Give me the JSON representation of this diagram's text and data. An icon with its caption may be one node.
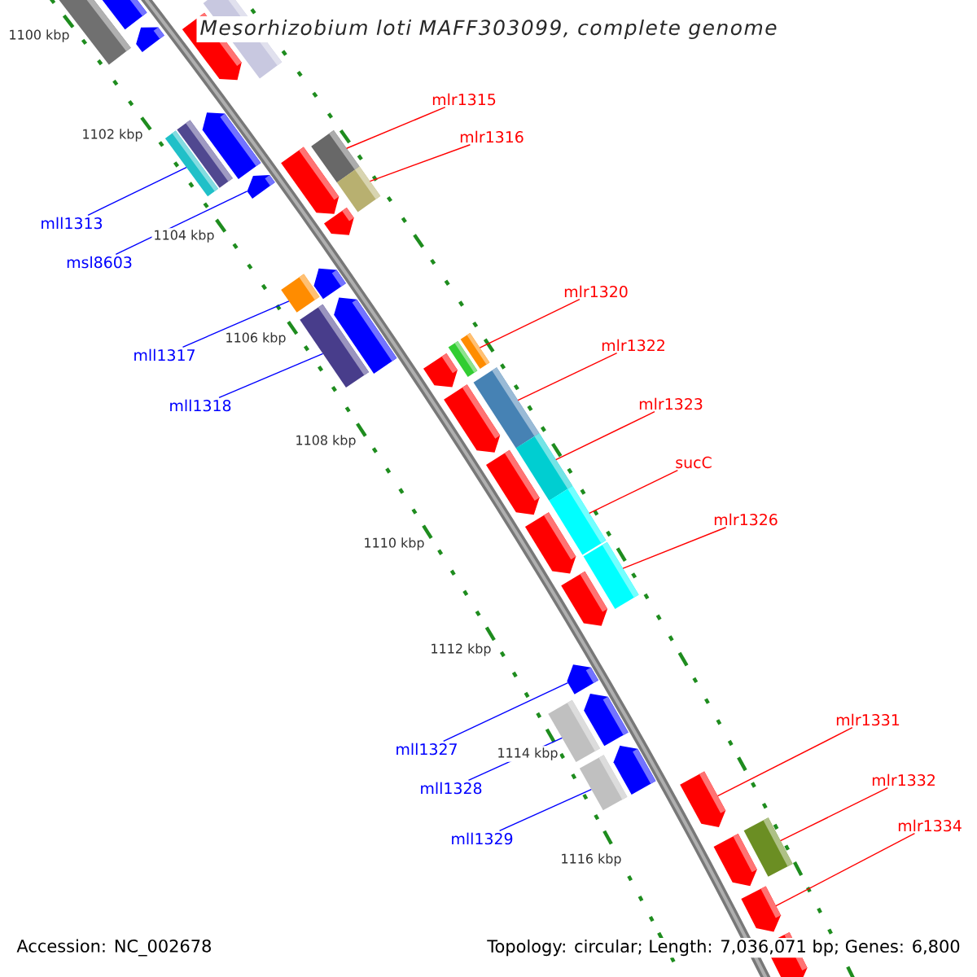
{
  "diagram": {
    "title": "Mesorhizobium loti MAFF303099, complete genome",
    "nodes": [
      {
        "text": [
          "mlr1315"
        ]
      },
      {
        "text": [
          "mlr1316"
        ]
      },
      {
        "text": [
          "mll1313"
        ]
      },
      {
        "text": [
          "msl8603"
        ]
      },
      {
        "text": [
          "mlr1320"
        ]
      },
      {
        "text": [
          "mlr1322"
        ]
      },
      {
        "text": [
          "mll1317"
        ]
      },
      {
        "text": [
          "mlr1323"
        ]
      },
      {
        "text": [
          "mll1318"
        ]
      },
      {
        "text": [
          "sucC"
        ]
      },
      {
        "text": [
          "mlr1326"
        ]
      },
      {
        "text": [
          "mlr1331"
        ]
      },
      {
        "text": [
          "mll1327"
        ]
      },
      {
        "text": [
          "mlr1332"
        ]
      },
      {
        "text": [
          "mll1328"
        ]
      },
      {
        "text": [
          "mlr1334"
        ]
      },
      {
        "text": [
          "mll1329"
        ]
      },
      {
        "text": [],
        "shape": "box"
      },
      {
        "text": [],
        "shape": "arrow"
      },
      {
        "text": [],
        "shape": "arrow"
      },
      {
        "text": [],
        "shape": "arrow"
      },
      {
        "text": [],
        "shape": "box"
      },
      {
        "text": [],
        "shape": "box"
      },
      {
        "text": [],
        "shape": "box"
      },
      {
        "text": [],
        "shape": "arrow"
      },
      {
        "text": [],
        "shape": "arrow"
      },
      {
        "text": [],
        "shape": "arrow"
      },
      {
        "text": [],
        "shape": "arrow"
      },
      {
        "text": [],
        "shape": "box"
      },
      {
        "text": [],
        "shape": "box"
      },
      {
        "text": [],
        "shape": "box"
      },
      {
        "text": [],
        "shape": "arrow"
      },
      {
        "text": [],
        "shape": "box"
      },
      {
        "text": [],
        "shape": "arrow"
      },
      {
        "text": [],
        "shape": "arrow"
      },
      {
        "text": [],
        "shape": "box"
      },
      {
        "text": [],
        "shape": "box"
      },
      {
        "text": [],
        "shape": "box"
      },
      {
        "text": [],
        "shape": "box"
      },
      {
        "text": [],
        "shape": "box"
      },
      {
        "text": [],
        "shape": "arrow"
      },
      {
        "text": [],
        "shape": "arrow"
      },
      {
        "text": [],
        "shape": "arrow"
      },
      {
        "text": [],
        "shape": "box"
      },
      {
        "text": [],
        "shape": "arrow"
      },
      {
        "text": [],
        "shape": "arrow"
      },
      {
        "text": [],
        "shape": "arrow"
      },
      {
        "text": [],
        "shape": "box"
      },
      {
        "text": [],
        "shape": "box"
      },
      {
        "text": [],
        "shape": "arrow"
      },
      {
        "text": [],
        "shape": "arrow"
      },
      {
        "text": [],
        "shape": "box"
      },
      {
        "text": [],
        "shape": "arrow"
      },
      {
        "text": [],
        "shape": "arrow"
      },
      {
        "text": [],
        "shape": "arrow"
      }
    ],
    "edges": [
      {
        "from": 0,
        "to": 28,
        "arrow": "none"
      },
      {
        "from": 1,
        "to": 29,
        "arrow": "none"
      },
      {
        "from": 2,
        "to": 22,
        "arrow": "none",
        "color": "#0000ff"
      },
      {
        "from": 3,
        "to": 25,
        "arrow": "none",
        "color": "#0000ff"
      },
      {
        "from": 4,
        "to": 36,
        "arrow": "none"
      },
      {
        "from": 5,
        "to": 37,
        "arrow": "none"
      },
      {
        "from": 6,
        "to": 30,
        "arrow": "none",
        "color": "#0000ff"
      },
      {
        "from": 7,
        "to": 38,
        "arrow": "none"
      },
      {
        "from": 8,
        "to": 32,
        "arrow": "none",
        "color": "#0000ff"
      },
      {
        "from": 9,
        "to": 39,
        "arrow": "none"
      },
      {
        "from": 10,
        "to": 43,
        "arrow": "none"
      },
      {
        "from": 11,
        "to": 50,
        "arrow": "none"
      },
      {
        "from": 12,
        "to": 45,
        "arrow": "none",
        "color": "#0000ff"
      },
      {
        "from": 13,
        "to": 51,
        "arrow": "none"
      },
      {
        "from": 14,
        "to": 47,
        "arrow": "none",
        "color": "#0000ff"
      },
      {
        "from": 15,
        "to": 53,
        "arrow": "none"
      },
      {
        "from": 16,
        "to": 48,
        "arrow": "none",
        "color": "#0000ff"
      }
    ],
    "labels": [
      "1100 kbp",
      "1102 kbp",
      "1104 kbp",
      "1106 kbp",
      "1108 kbp",
      "1110 kbp",
      "1112 kbp",
      "1114 kbp",
      "1116 kbp",
      "Accession: NC_002678",
      "Topology: circular; Length: 7,036,071 bp; Genes: 6,800"
    ]
  }
}
